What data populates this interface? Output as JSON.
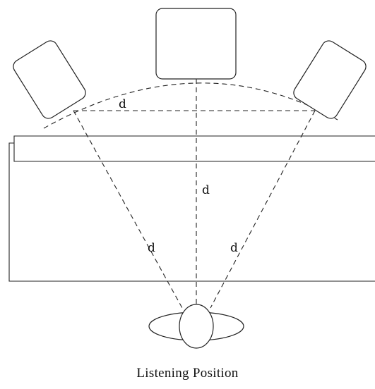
{
  "diagram": {
    "distance_labels": {
      "between_speakers": "d",
      "center_to_listener": "d",
      "left_to_listener": "d",
      "right_to_listener": "d"
    },
    "caption": "Listening Position"
  }
}
